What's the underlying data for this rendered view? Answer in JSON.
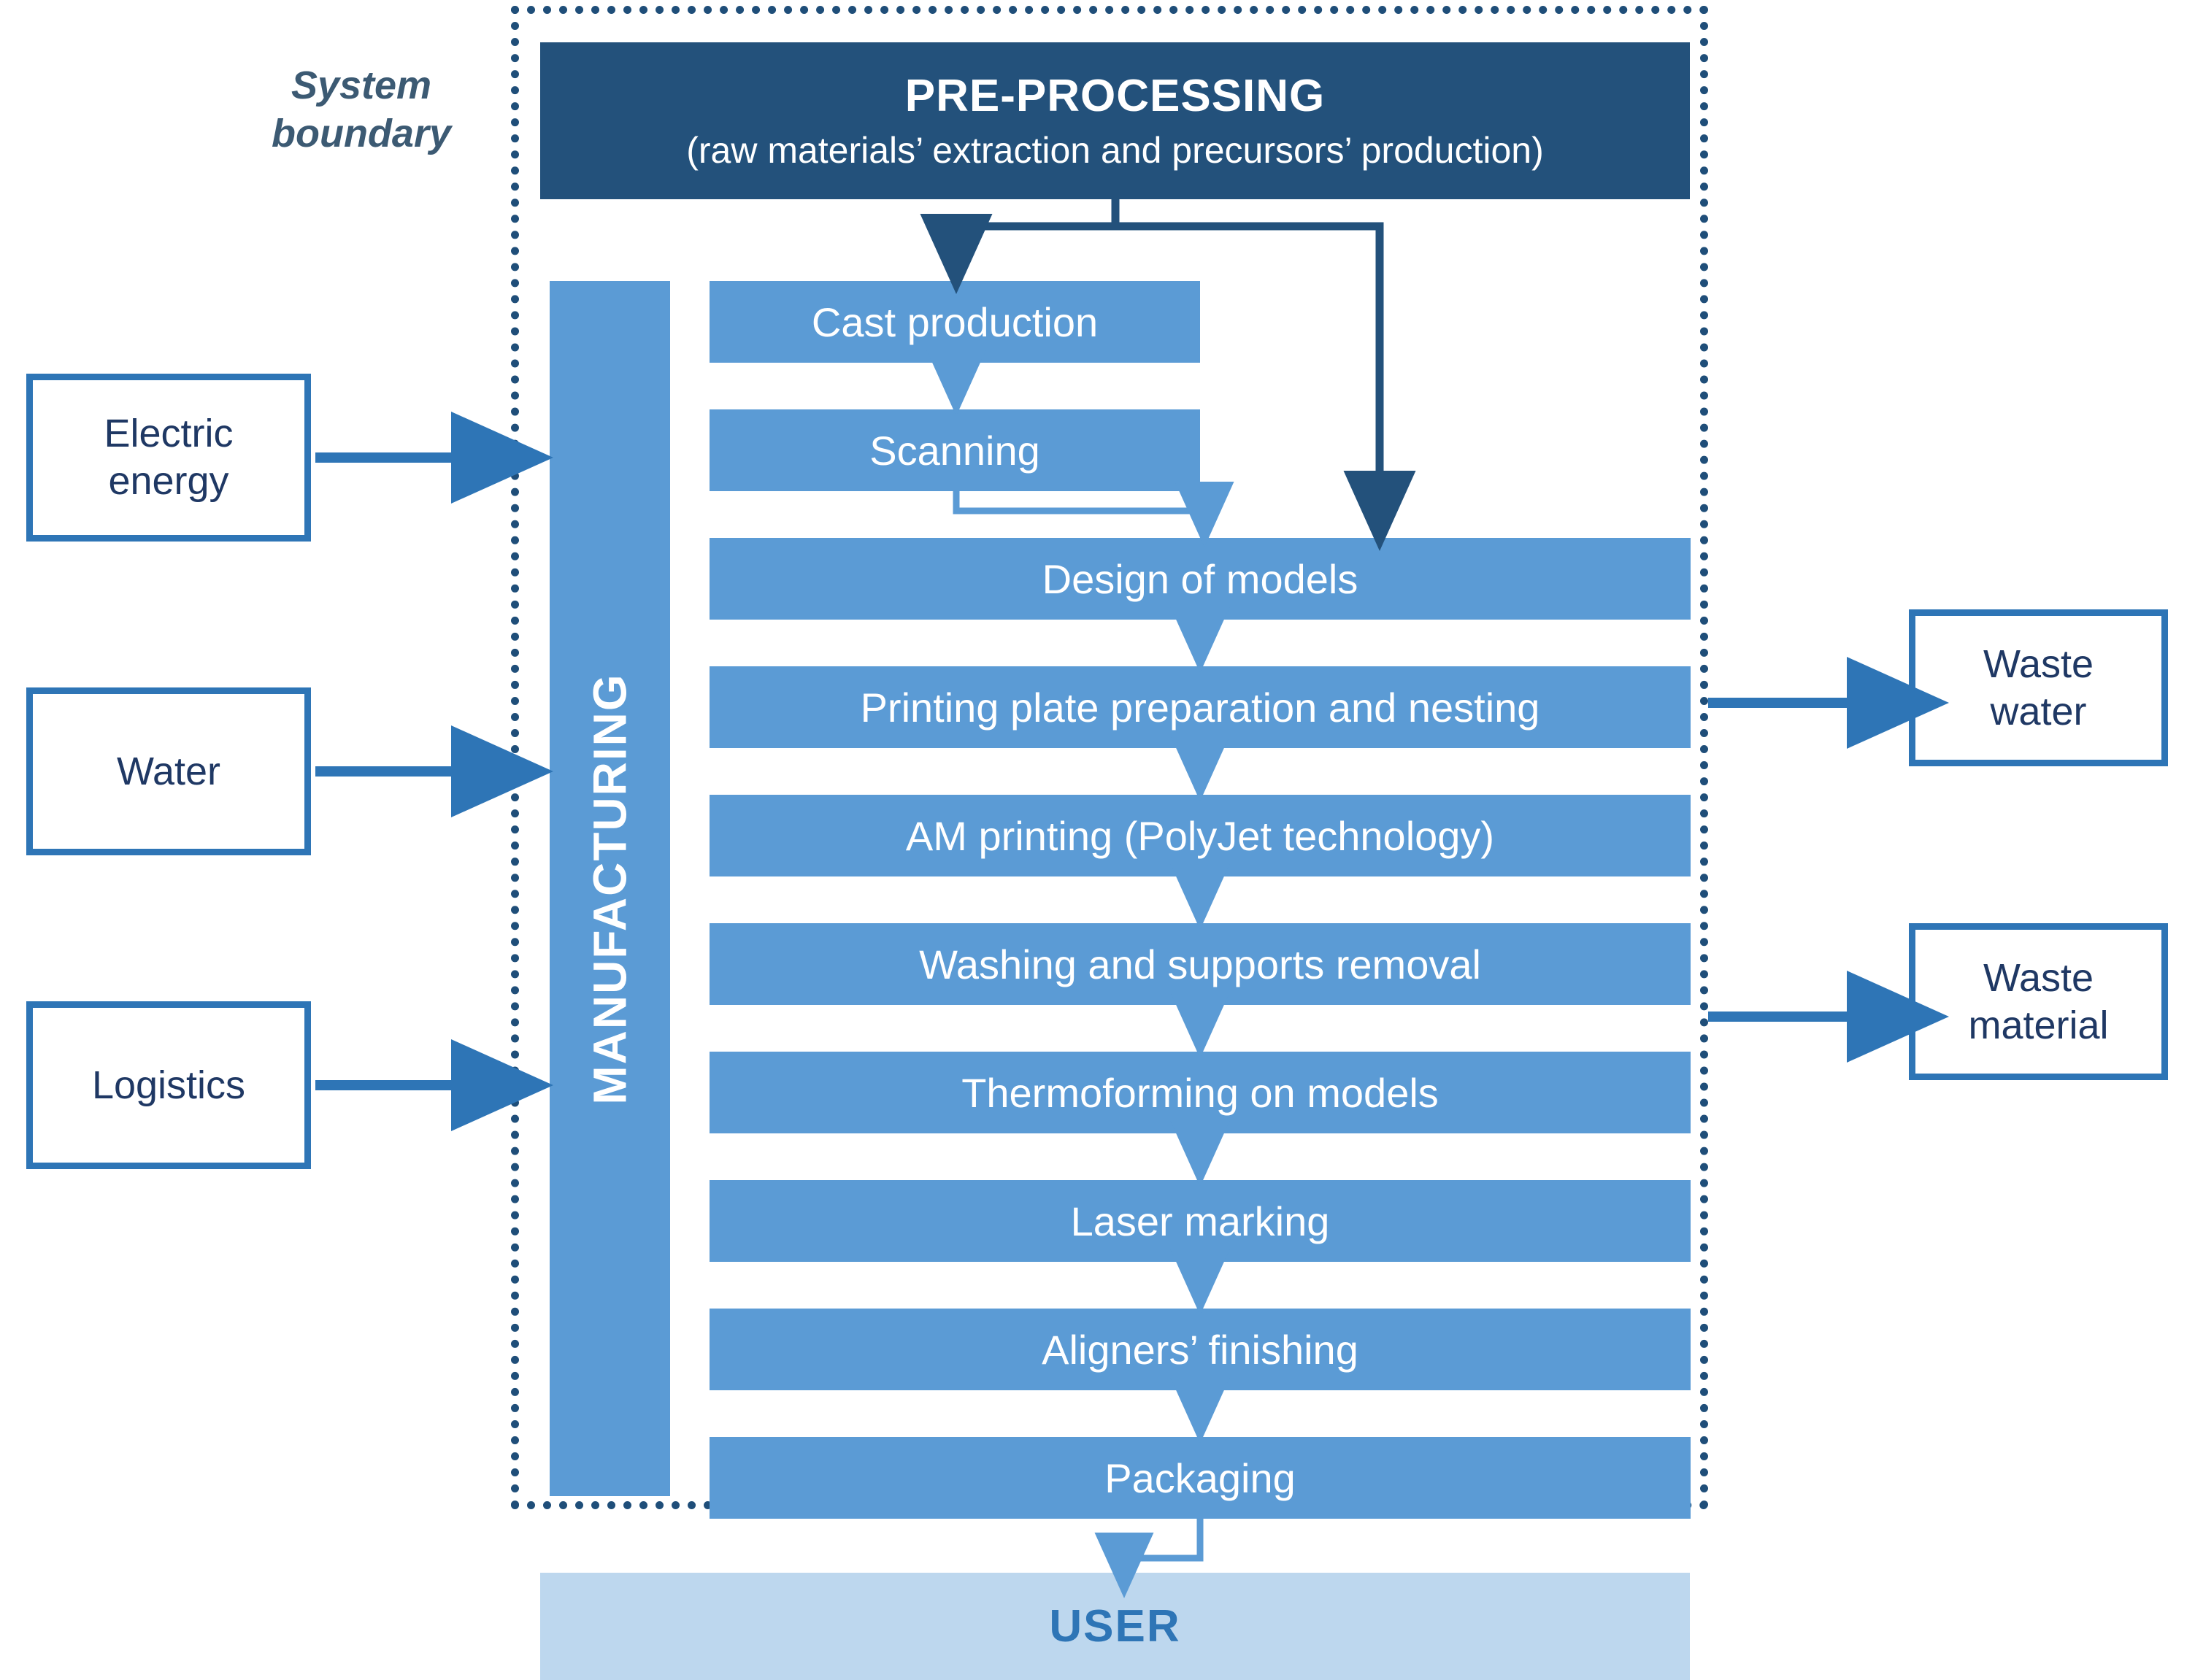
{
  "diagram": {
    "title": "Life cycle system boundary flow diagram for clear aligner manufacturing",
    "boundary_label": "System\nboundary",
    "colors": {
      "dark_navy": "#23517B",
      "process_blue": "#5B9BD5",
      "border_blue": "#2E75B6",
      "user_fill": "#BDD7EE",
      "boundary_text": "#3C5A73",
      "io_text": "#1F3864"
    }
  },
  "header": {
    "title": "PRE-PROCESSING",
    "subtitle": "(raw materials’ extraction and precursors’ production)"
  },
  "stage": {
    "label": "MANUFACTURING"
  },
  "steps": [
    {
      "label": "Cast production"
    },
    {
      "label": "Scanning"
    },
    {
      "label": "Design of models"
    },
    {
      "label": "Printing plate preparation and nesting"
    },
    {
      "label": "AM printing (PolyJet technology)"
    },
    {
      "label": "Washing and supports removal"
    },
    {
      "label": "Thermoforming on models"
    },
    {
      "label": "Laser marking"
    },
    {
      "label": "Aligners’ finishing"
    },
    {
      "label": "Packaging"
    }
  ],
  "inputs": [
    {
      "label": "Electric\nenergy"
    },
    {
      "label": "Water"
    },
    {
      "label": "Logistics"
    }
  ],
  "outputs": [
    {
      "label": "Waste\nwater"
    },
    {
      "label": "Waste\nmaterial"
    }
  ],
  "user": {
    "label": "USER"
  }
}
